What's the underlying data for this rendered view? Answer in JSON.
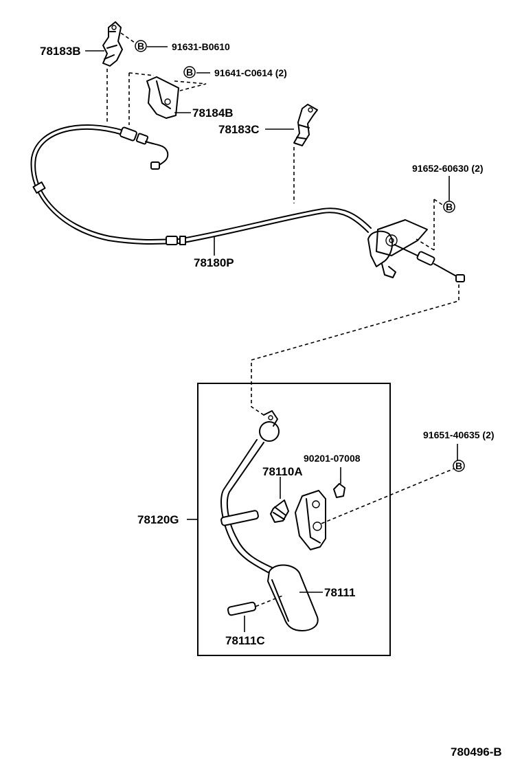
{
  "labels": {
    "p78183B": "78183B",
    "p91631": "91631-B0610",
    "p91641": "91641-C0614 (2)",
    "p78184B": "78184B",
    "p78183C": "78183C",
    "p91652": "91652-60630 (2)",
    "p78180P": "78180P",
    "p91651": "91651-40635 (2)",
    "p90201": "90201-07008",
    "p78110A": "78110A",
    "p78120G": "78120G",
    "p78111": "78111",
    "p78111C": "78111C",
    "diagram_code": "780496-B"
  },
  "bolt_marker": "B"
}
